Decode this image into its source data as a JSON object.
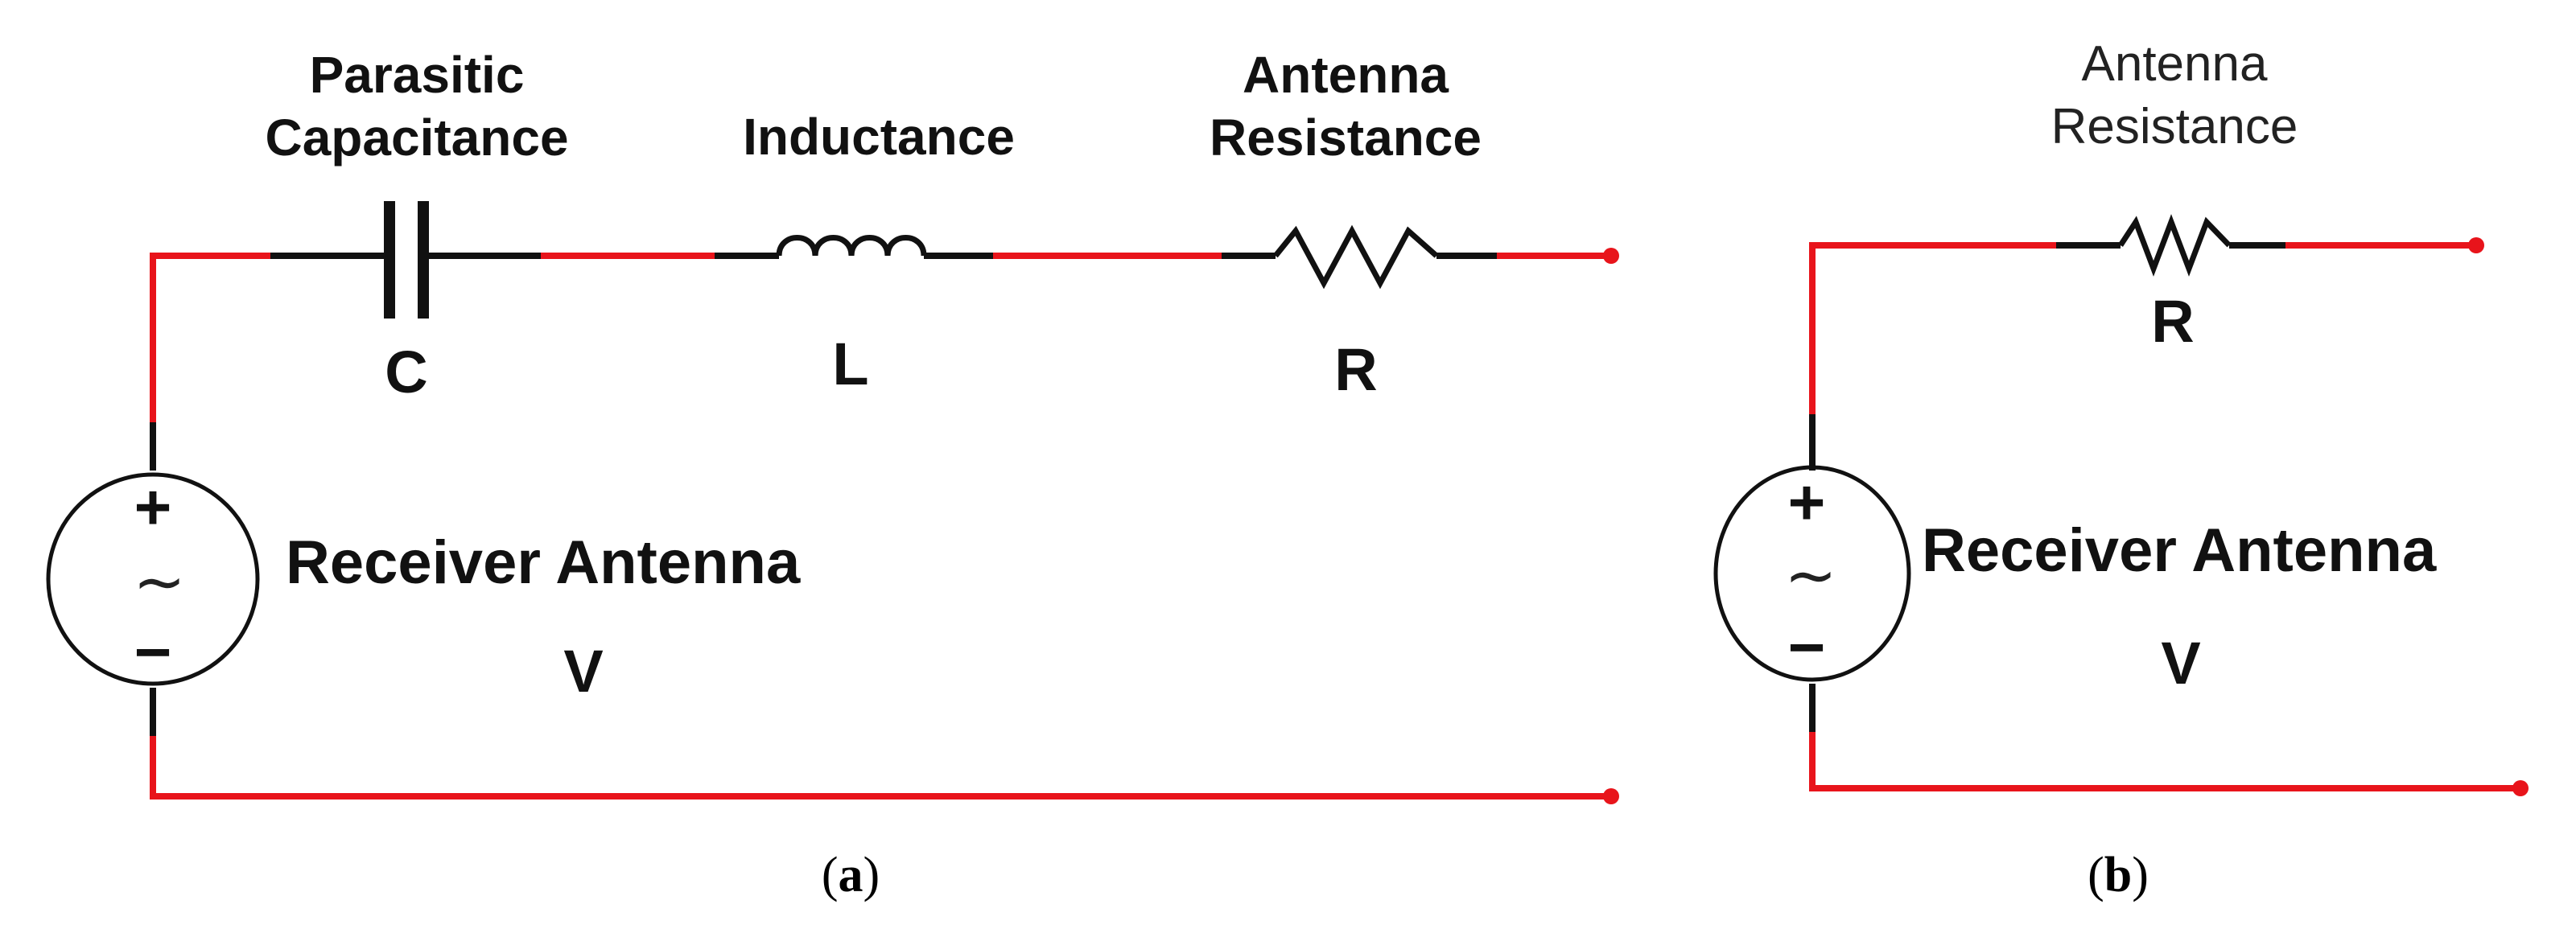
{
  "colors": {
    "wire": "#e8141b",
    "component": "#111111",
    "background": "#ffffff"
  },
  "circuit_a": {
    "capacitor": {
      "name": "Parasitic\nCapacitance",
      "symbol": "C"
    },
    "inductor": {
      "name": "Inductance",
      "symbol": "L"
    },
    "resistor": {
      "name": "Antenna\nResistance",
      "symbol": "R"
    },
    "source": {
      "name": "Receiver Antenna",
      "symbol": "V",
      "plus": "+",
      "minus": "−",
      "ac": "∼"
    },
    "caption": {
      "open": "(",
      "letter": "a",
      "close": ")"
    }
  },
  "circuit_b": {
    "resistor": {
      "name": "Antenna\nResistance",
      "symbol": "R"
    },
    "source": {
      "name": "Receiver Antenna",
      "symbol": "V",
      "plus": "+",
      "minus": "−",
      "ac": "∼"
    },
    "caption": {
      "open": "(",
      "letter": "b",
      "close": ")"
    }
  }
}
